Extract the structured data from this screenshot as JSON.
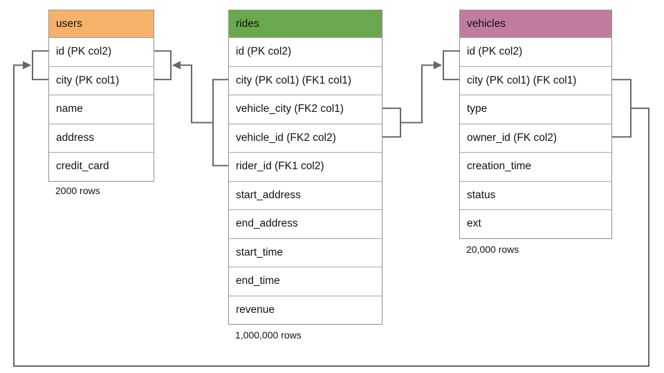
{
  "diagram": {
    "connector_color": "#666666",
    "tables": {
      "users": {
        "name": "users",
        "header_color": "#F6B26B",
        "columns": [
          "id (PK col2)",
          "city (PK col1)",
          "name",
          "address",
          "credit_card"
        ],
        "row_count_label": "2000 rows"
      },
      "rides": {
        "name": "rides",
        "header_color": "#6AA84F",
        "columns": [
          "id (PK col2)",
          "city (PK col1) (FK1 col1)",
          "vehicle_city (FK2 col1)",
          "vehicle_id (FK2 col2)",
          "rider_id (FK1 col2)",
          "start_address",
          "end_address",
          "start_time",
          "end_time",
          "revenue"
        ],
        "row_count_label": "1,000,000 rows"
      },
      "vehicles": {
        "name": "vehicles",
        "header_color": "#C27BA0",
        "columns": [
          "id (PK col2)",
          "city (PK col1) (FK col1)",
          "type",
          "owner_id (FK col2)",
          "creation_time",
          "status",
          "ext"
        ],
        "row_count_label": "20,000 rows"
      }
    },
    "relationships": [
      {
        "from": "rides (city FK1 col1, rider_id FK1 col2)",
        "to": "users (id, city)"
      },
      {
        "from": "rides (vehicle_city FK2 col1, vehicle_id FK2 col2)",
        "to": "vehicles (id, city)"
      },
      {
        "from": "vehicles (city FK col1, owner_id FK col2)",
        "to": "users (id, city)"
      }
    ]
  }
}
